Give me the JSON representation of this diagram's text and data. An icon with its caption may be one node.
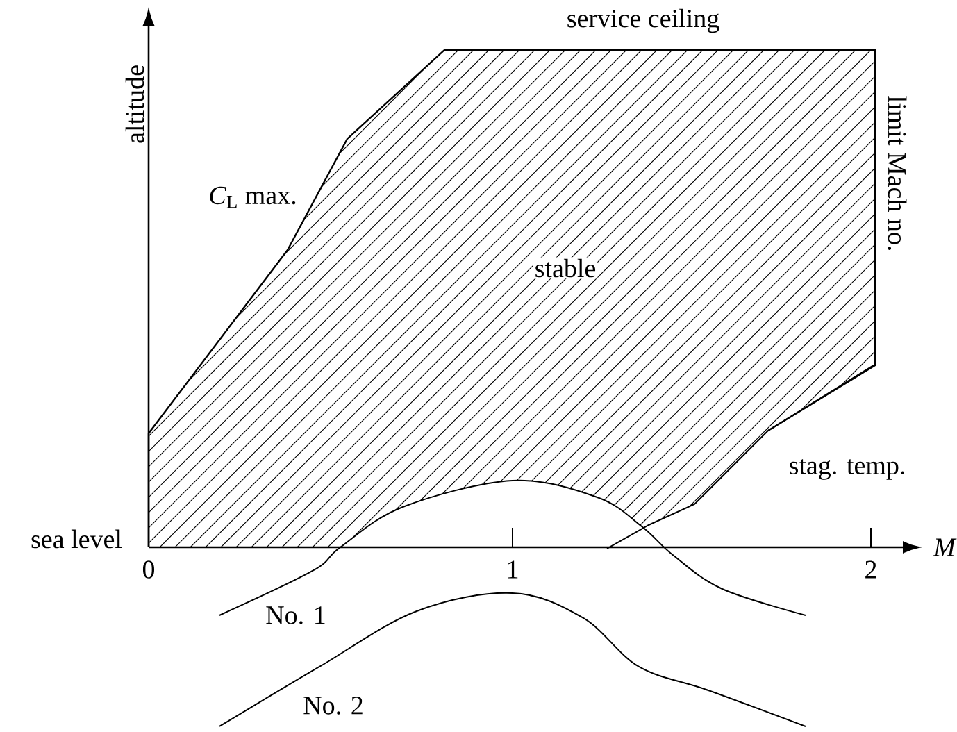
{
  "diagram": {
    "nodes": [
      {
        "text": [
          "stable"
        ]
      }
    ],
    "labels": [
      "service ceiling",
      "altitude",
      "*C*$_{L}$ max.",
      "limit Mach no.",
      "stag. temp.",
      "sea level",
      "0",
      "1",
      "2",
      "M",
      "No. 1",
      "No. 2"
    ]
  }
}
